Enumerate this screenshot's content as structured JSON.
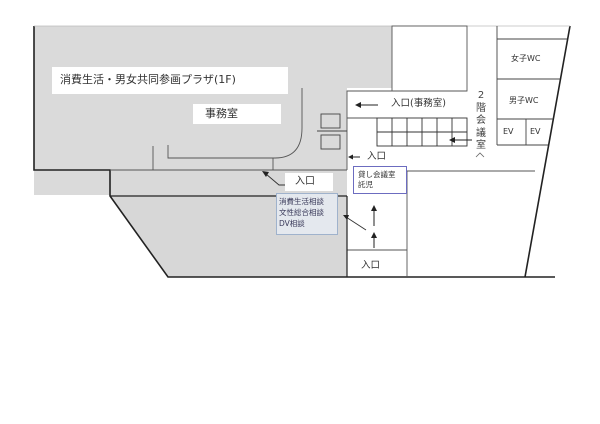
{
  "diagram": {
    "type": "floor-plan",
    "colors": {
      "shaded_area": "#dadada",
      "lower_shaded_area": "#d7d7d7",
      "wall": "#222222",
      "inner_line": "#555555",
      "background": "#ffffff",
      "consult_box_border": "#9fb2cc",
      "rental_box_border": "#6c6cc0"
    },
    "labels": {
      "plaza_title": "消費生活・男女共同参画プラザ(1F)",
      "office": "事務室",
      "entrance_office": "入口(事務室)",
      "entrance_side": "入口",
      "entrance_main": "入口",
      "entrance_bottom": "入口",
      "consult_lines": [
        "消費生活相談",
        "文性総合相談",
        "DV相談"
      ],
      "rental_lines": [
        "貸し会議室",
        "託児"
      ],
      "to_2f_meeting_room": [
        "2",
        "階",
        "会",
        "議",
        "室",
        "へ"
      ],
      "womens_wc": "女子WC",
      "mens_wc": "男子WC",
      "elevator_1": "EV",
      "elevator_2": "EV"
    },
    "icons": {
      "arrows": [
        "arrow-left-entrance-office",
        "arrow-left-entrance-side",
        "arrow-left-stairs",
        "arrow-diagonal-main-entrance",
        "arrow-diagonal-consult",
        "arrow-up-1",
        "arrow-up-2"
      ],
      "stairs_grid": {
        "columns": 6,
        "rows": 2
      }
    }
  }
}
